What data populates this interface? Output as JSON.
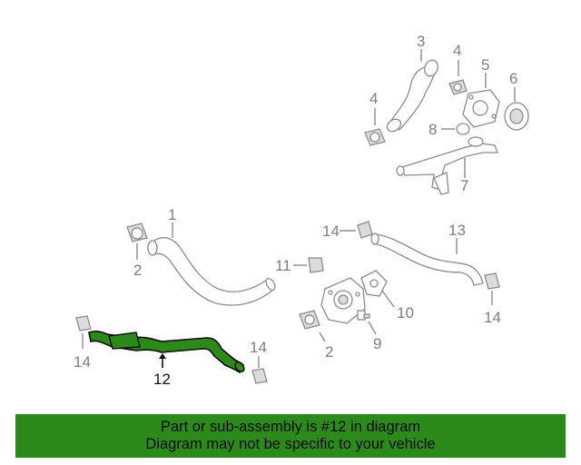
{
  "callouts": {
    "c1": "1",
    "c2a": "2",
    "c2b": "2",
    "c3": "3",
    "c4a": "4",
    "c4b": "4",
    "c5": "5",
    "c6": "6",
    "c7": "7",
    "c8": "8",
    "c9": "9",
    "c10": "10",
    "c11": "11",
    "c12": "12",
    "c13": "13",
    "c14a": "14",
    "c14b": "14",
    "c14c": "14",
    "c14d": "14"
  },
  "highlight_color": "#2b8a19",
  "banner": {
    "line1": "Part or sub-assembly is #12 in diagram",
    "line2": "Diagram may not be specific to your vehicle"
  }
}
